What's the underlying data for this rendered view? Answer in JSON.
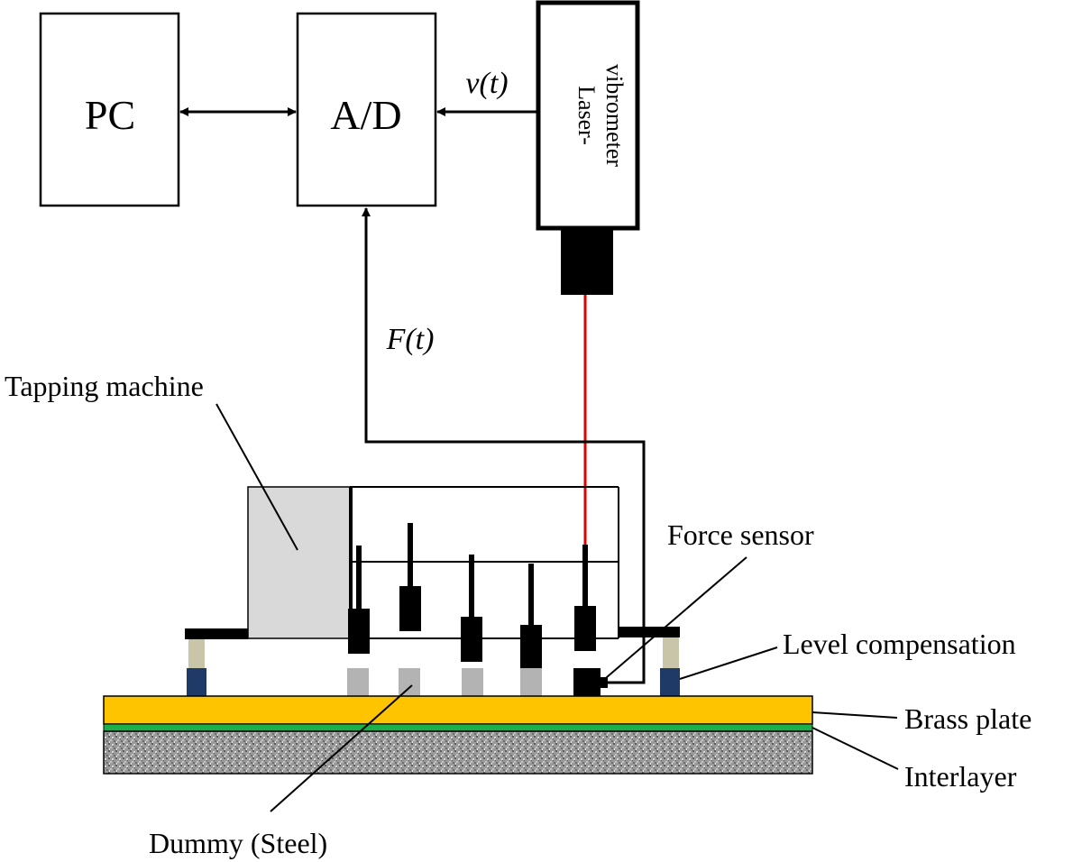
{
  "blocks": {
    "pc": "PC",
    "ad": "A/D",
    "laser_line1": "Laser-",
    "laser_line2": "vibrometer"
  },
  "signals": {
    "velocity": "v(t)",
    "force": "F(t)"
  },
  "labels": {
    "tapping_machine": "Tapping machine",
    "force_sensor": "Force sensor",
    "level_compensation": "Level compensation",
    "brass_plate": "Brass plate",
    "interlayer": "Interlayer",
    "dummy": "Dummy (Steel)"
  },
  "colors": {
    "brass": "#FFC400",
    "interlayer": "#1DB04A",
    "laser_beam": "#E00000",
    "tapping_body": "#D9D9D9",
    "dummy": "#B3B3B3",
    "foot_top": "#C9C5A8",
    "foot_bottom": "#1F3A66"
  }
}
